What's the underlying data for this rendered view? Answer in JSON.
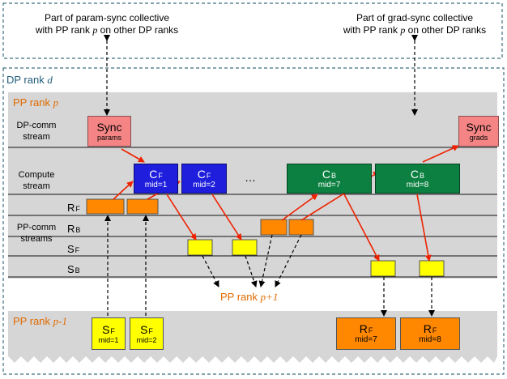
{
  "top_notes": {
    "left_line1": "Part of param-sync collective",
    "left_line2_prefix": "with PP rank",
    "left_line2_var": "p",
    "left_line2_suffix": "on other DP ranks",
    "right_line1": "Part of grad-sync collective",
    "right_line2_prefix": "with PP rank",
    "right_line2_var": "p",
    "right_line2_suffix": "on other DP ranks"
  },
  "dp_rank": {
    "prefix": "DP rank",
    "var": "d"
  },
  "pp_rank_p": {
    "prefix": "PP rank",
    "var": "p"
  },
  "pp_rank_p_minus_1": {
    "prefix": "PP rank",
    "var": "p-1"
  },
  "pp_rank_p_plus_1": {
    "prefix": "PP rank",
    "var": "p+1"
  },
  "streams": {
    "dp_comm_l1": "DP-comm",
    "dp_comm_l2": "stream",
    "compute_l1": "Compute",
    "compute_l2": "stream",
    "pp_comm_l1": "PP-comm",
    "pp_comm_l2": "streams",
    "rf": {
      "main": "R",
      "sub": "F"
    },
    "rb": {
      "main": "R",
      "sub": "B"
    },
    "sf": {
      "main": "S",
      "sub": "F"
    },
    "sb": {
      "main": "S",
      "sub": "B"
    }
  },
  "sync_params": {
    "title": "Sync",
    "label": "params"
  },
  "sync_grads": {
    "title": "Sync",
    "label": "grads"
  },
  "compute_blocks": [
    {
      "main": "C",
      "sub": "F",
      "mid": "mid=1"
    },
    {
      "main": "C",
      "sub": "F",
      "mid": "mid=2"
    },
    {
      "main": "C",
      "sub": "B",
      "mid": "mid=7"
    },
    {
      "main": "C",
      "sub": "B",
      "mid": "mid=8"
    }
  ],
  "ellipsis": "…",
  "prev_rank_blocks": [
    {
      "main": "S",
      "sub": "F",
      "mid": "mid=1"
    },
    {
      "main": "S",
      "sub": "F",
      "mid": "mid=2"
    },
    {
      "main": "R",
      "sub": "F",
      "mid": "mid=7"
    },
    {
      "main": "R",
      "sub": "F",
      "mid": "mid=8"
    }
  ],
  "colors": {
    "sync_fill": "#f58585",
    "compute_fwd": "#1e1edc",
    "compute_bwd": "#0b8040",
    "pp_orange": "#ff8800",
    "pp_yellow": "#ffff00",
    "arrow_red": "#ee2200",
    "band_gray": "#d6d6d6",
    "frame_teal": "#3f6f7f"
  }
}
